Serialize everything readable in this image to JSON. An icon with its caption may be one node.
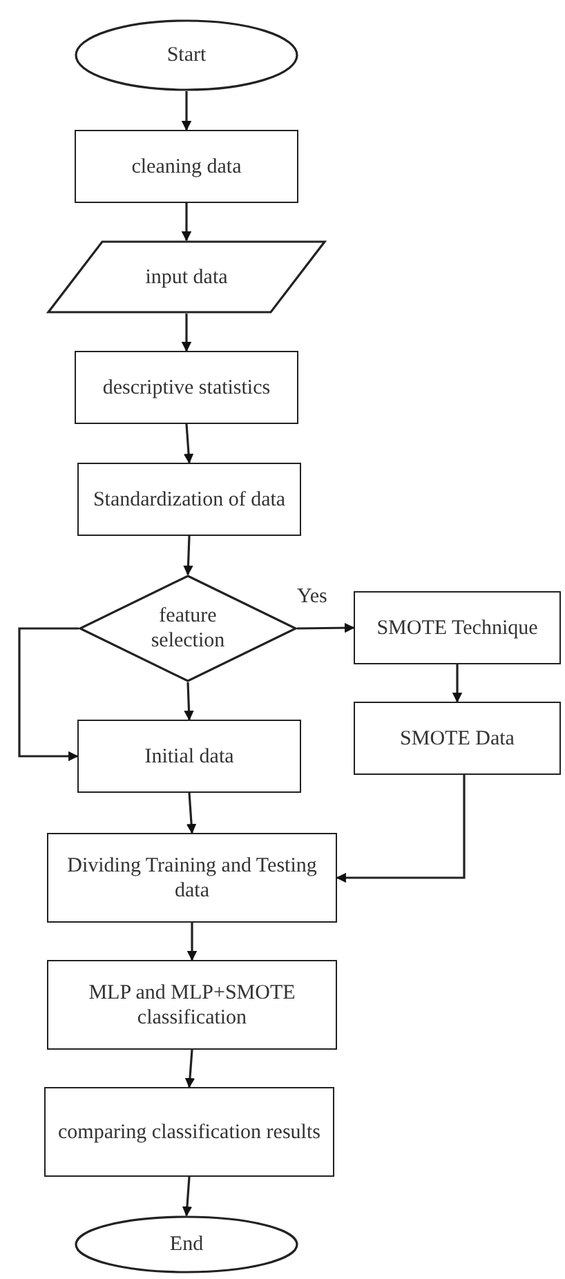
{
  "diagram": {
    "nodes": [
      {
        "text": [
          "Start"
        ]
      },
      {
        "text": [
          "cleaning data"
        ]
      },
      {
        "text": [
          "input data"
        ]
      },
      {
        "text": [
          "descriptive statistics"
        ]
      },
      {
        "text": [
          "Standardization of data"
        ]
      },
      {
        "text": [
          "feature selection"
        ]
      },
      {
        "text": [
          "SMOTE Technique"
        ]
      },
      {
        "text": [
          "Initial data"
        ]
      },
      {
        "text": [
          "SMOTE Data"
        ]
      },
      {
        "text": [
          "Dividing Training and Testing data"
        ]
      },
      {
        "text": [
          "MLP and MLP+SMOTE classification"
        ]
      },
      {
        "text": [
          "comparing classification results"
        ]
      },
      {
        "text": [
          "End"
        ]
      }
    ],
    "edges": [
      {
        "from": 0,
        "to": 1,
        "arrow": "to"
      },
      {
        "from": 1,
        "to": 2,
        "arrow": "to"
      },
      {
        "from": 2,
        "to": 3,
        "arrow": "to"
      },
      {
        "from": 3,
        "to": 4,
        "arrow": "to"
      },
      {
        "from": 4,
        "to": 5,
        "arrow": "to"
      },
      {
        "from": 5,
        "to": 6,
        "label": "Yes",
        "arrow": "to"
      },
      {
        "from": 6,
        "to": 8,
        "arrow": "to"
      },
      {
        "from": 5,
        "to": 7,
        "arrow": "to"
      },
      {
        "from": 5,
        "to": 7,
        "arrow": "to"
      },
      {
        "from": 7,
        "to": 9,
        "arrow": "to"
      },
      {
        "from": 8,
        "to": 9,
        "arrow": "to"
      },
      {
        "from": 9,
        "to": 10,
        "arrow": "to"
      },
      {
        "from": 10,
        "to": 11,
        "arrow": "to"
      },
      {
        "from": 11,
        "to": 12,
        "arrow": "to"
      }
    ]
  }
}
